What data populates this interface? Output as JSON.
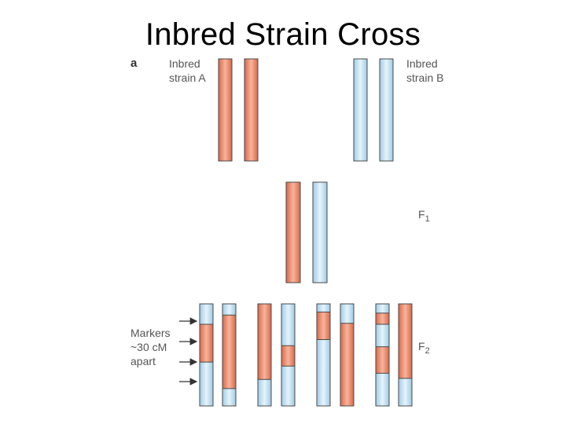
{
  "title": "Inbred Strain Cross",
  "panel_label": "a",
  "strain_a_label": [
    "Inbred",
    "strain A"
  ],
  "strain_b_label": [
    "Inbred",
    "strain B"
  ],
  "f1_label": {
    "base": "F",
    "sub": "1"
  },
  "f2_label": {
    "base": "F",
    "sub": "2"
  },
  "markers_label": [
    "Markers",
    "~30 cM",
    "apart"
  ],
  "colors": {
    "strain_a": "#e98a6a",
    "strain_b": "#bfe0f3",
    "outline": "#4a4a4a",
    "arrow": "#333333"
  },
  "chromosomes": {
    "parent_a": [
      [
        "A"
      ],
      [
        "A"
      ]
    ],
    "parent_b": [
      [
        "B"
      ],
      [
        "B"
      ]
    ],
    "f1": [
      [
        "A"
      ],
      [
        "B"
      ]
    ],
    "f2": [
      [
        "B",
        "A",
        "B"
      ],
      [
        "B",
        "A",
        "B"
      ],
      [
        "A",
        "B"
      ],
      [
        "B",
        "A",
        "B"
      ],
      [
        "B",
        "A",
        "B"
      ],
      [
        "B",
        "A"
      ],
      [
        "B",
        "A",
        "B",
        "A",
        "B"
      ],
      [
        "A",
        "B"
      ]
    ]
  }
}
